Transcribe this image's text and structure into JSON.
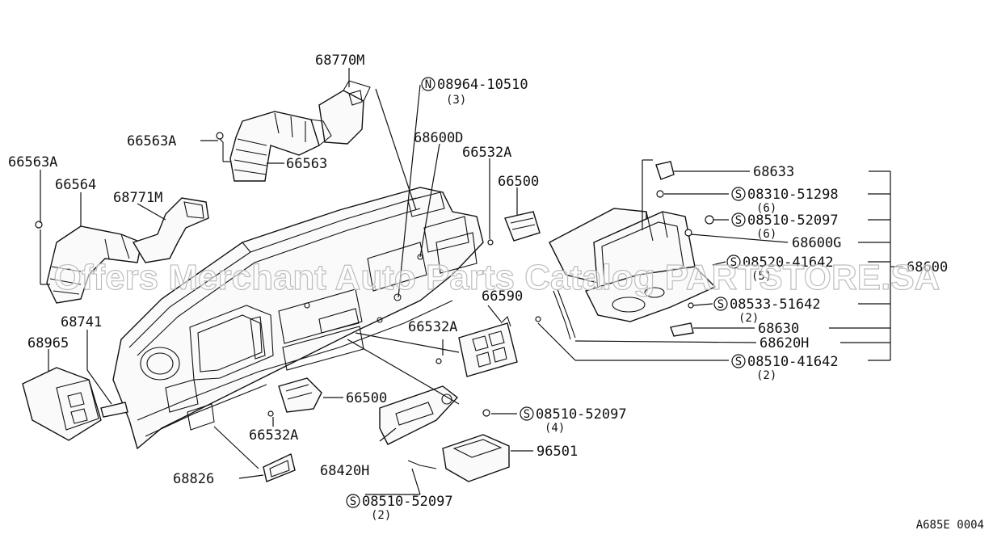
{
  "parts": {
    "p68770M": "68770M",
    "p08964": "08964-10510",
    "p08964_prefix": "N",
    "p08964_qty": "(3)",
    "p68600D": "68600D",
    "p66532A_top": "66532A",
    "p66563A_mid": "66563A",
    "p66563": "66563",
    "p66563A_left": "66563A",
    "p66564": "66564",
    "p68771M": "68771M",
    "p66500_top": "66500",
    "p68633": "68633",
    "p08310": "08310-51298",
    "p08310_prefix": "S",
    "p08310_qty": "(6)",
    "p08510_52097_a": "08510-52097",
    "p08510_52097_a_prefix": "S",
    "p08510_52097_a_qty": "(6)",
    "p68600G": "68600G",
    "p08520": "08520-41642",
    "p08520_prefix": "S",
    "p08520_qty": "(5)",
    "p68600": "68600",
    "p08533": "08533-51642",
    "p08533_prefix": "S",
    "p08533_qty": "(2)",
    "p68630": "68630",
    "p68620H": "68620H",
    "p08510_41642": "08510-41642",
    "p08510_41642_prefix": "S",
    "p08510_41642_qty": "(2)",
    "p66590": "66590",
    "p66532A_mid": "66532A",
    "p68741": "68741",
    "p68965": "68965",
    "p66500_mid": "66500",
    "p66532A_low": "66532A",
    "p08510_52097_b": "08510-52097",
    "p08510_52097_b_prefix": "S",
    "p08510_52097_b_qty": "(4)",
    "p96501": "96501",
    "p68420H": "68420H",
    "p68826": "68826",
    "p08510_52097_c": "08510-52097",
    "p08510_52097_c_prefix": "S",
    "p08510_52097_c_qty": "(2)"
  },
  "watermark": "Offers Merchant Auto Parts Catalog PARTSTORE.SA",
  "drawing_code": "A685E 0004"
}
